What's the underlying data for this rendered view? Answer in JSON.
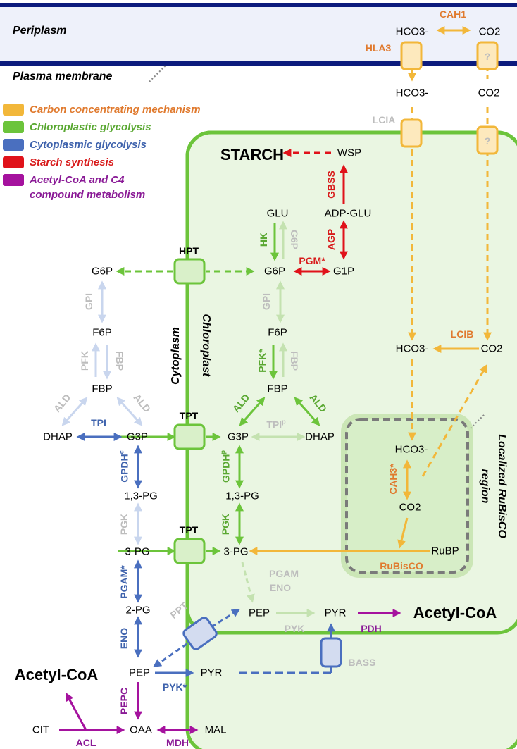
{
  "regions": {
    "periplasm": "Periplasm",
    "plasma_membrane": "Plasma membrane",
    "cytoplasm": "Cytoplasm",
    "chloroplast": "Chloroplast",
    "rubisco_region_line1": "Localized RuBisCO",
    "rubisco_region_line2": "region"
  },
  "legend": [
    {
      "label": "Carbon concentrating mechanism",
      "color": "#f2b73a"
    },
    {
      "label": "Chloroplastic glycolysis",
      "color": "#6cc43b"
    },
    {
      "label": "Cytoplasmic glycolysis",
      "color": "#4a6fbf"
    },
    {
      "label": "Starch synthesis",
      "color": "#e0121a"
    },
    {
      "label": "Acetyl-CoA and C4",
      "color": "#a5129e"
    },
    {
      "label": "compound metabolism",
      "color": ""
    }
  ],
  "colors": {
    "ccm": "#f2b73a",
    "chloroplastic": "#6cc43b",
    "cytoplasmic": "#4a6fbf",
    "starch": "#e0121a",
    "acetyl": "#a5129e",
    "faded_blue": "#c9d6ee",
    "faded_green": "#c4e2b0",
    "faded_label": "#bdbdbd",
    "membrane": "#0c1b7d"
  },
  "metabolites": {
    "hco3_peri": "HCO3-",
    "co2_peri": "CO2",
    "hco3_cyto": "HCO3-",
    "co2_cyto": "CO2",
    "starch": "STARCH",
    "wsp": "WSP",
    "glu": "GLU",
    "adp_glu": "ADP-GLU",
    "g6p_chl": "G6P",
    "g1p": "G1P",
    "f6p_chl": "F6P",
    "fbp_chl": "FBP",
    "g3p_chl": "G3P",
    "dhap_chl": "DHAP",
    "bpg_chl": "1,3-PG",
    "pg3_chl": "3-PG",
    "pep_chl": "PEP",
    "pyr_chl": "PYR",
    "acetyl_chl": "Acetyl-CoA",
    "hco3_chl": "HCO3-",
    "co2_chl": "CO2",
    "hco3_rub": "HCO3-",
    "co2_rub": "CO2",
    "rubp": "RuBP",
    "g6p_cyt": "G6P",
    "f6p_cyt": "F6P",
    "fbp_cyt": "FBP",
    "dhap_cyt": "DHAP",
    "g3p_cyt": "G3P",
    "bpg_cyt": "1,3-PG",
    "pg3_cyt": "3-PG",
    "pg2_cyt": "2-PG",
    "pep_cyt": "PEP",
    "pyr_cyt": "PYR",
    "acetyl_cyt": "Acetyl-CoA",
    "cit": "CIT",
    "oaa": "OAA",
    "mal": "MAL"
  },
  "enzymes": {
    "cah1": "CAH1",
    "hla3": "HLA3",
    "lcia": "LCIA",
    "lcib": "LCIB",
    "cah3": "CAH3*",
    "rubisco": "RuBisCO",
    "gbss": "GBSS",
    "agp": "AGP",
    "pgm": "PGM*",
    "hk": "HK",
    "g6p_faded": "G6P",
    "gpi_chl": "GPI",
    "pfk_chl": "PFK*",
    "fbp_chl": "FBP",
    "ald_l": "ALD",
    "ald_r": "ALD",
    "tpi_chl": "TPI",
    "tpi_chl_sup": "p",
    "gpdh_chl": "GPDH",
    "gpdh_chl_sup": "p",
    "pgk_chl": "PGK",
    "pgam_chl": "PGAM",
    "eno_chl": "ENO",
    "pyk_chl": "PYK",
    "pdh": "PDH",
    "gpi_cyt": "GPI",
    "pfk_cyt": "PFK",
    "fbp_cyt": "FBP",
    "ald_cyt_l": "ALD",
    "ald_cyt_r": "ALD",
    "tpi_cyt": "TPI",
    "gpdh_cyt": "GPDH",
    "gpdh_cyt_sup": "c",
    "pgk_cyt": "PGK",
    "pgam_cyt": "PGAM*",
    "eno_cyt": "ENO",
    "pyk_cyt": "PYK*",
    "pepc": "PEPC",
    "acl": "ACL",
    "mdh": "MDH"
  },
  "transporters": {
    "hpt": "HPT",
    "tpt1": "TPT",
    "tpt2": "TPT",
    "ppt": "PPT",
    "bass": "BASS",
    "unknown": "?"
  }
}
